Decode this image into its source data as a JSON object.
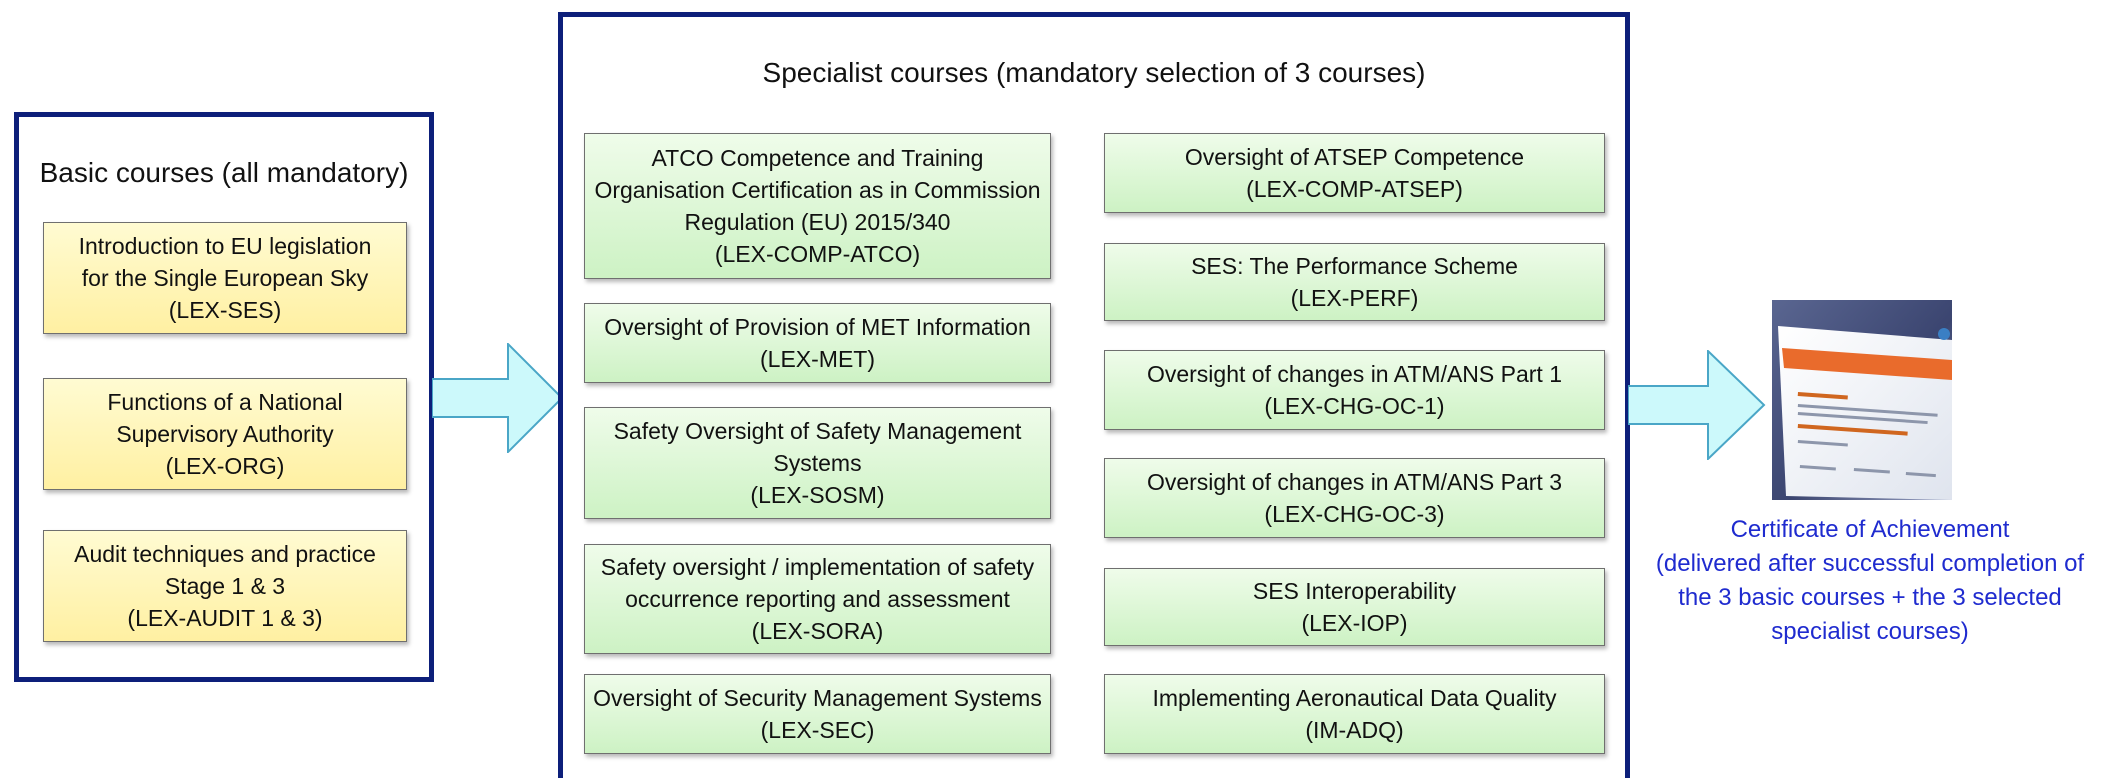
{
  "basic": {
    "title": "Basic courses (all mandatory)",
    "courses": [
      {
        "lines": [
          "Introduction to EU legislation",
          "for the Single European Sky",
          "(LEX-SES)"
        ]
      },
      {
        "lines": [
          "Functions of a National",
          "Supervisory Authority",
          "(LEX-ORG)"
        ]
      },
      {
        "lines": [
          "Audit techniques and practice",
          "Stage 1 & 3",
          "(LEX-AUDIT 1 & 3)"
        ]
      }
    ]
  },
  "specialist": {
    "title": "Specialist courses (mandatory selection of 3 courses)",
    "left_courses": [
      {
        "lines": [
          "ATCO Competence and Training",
          "Organisation Certification as in Commission",
          "Regulation (EU) 2015/340",
          "(LEX-COMP-ATCO)"
        ]
      },
      {
        "lines": [
          "Oversight of Provision of MET Information",
          "(LEX-MET)"
        ]
      },
      {
        "lines": [
          "Safety Oversight of Safety Management",
          "Systems",
          "(LEX-SOSM)"
        ]
      },
      {
        "lines": [
          "Safety oversight / implementation of safety",
          "occurrence reporting and assessment",
          "(LEX-SORA)"
        ]
      },
      {
        "lines": [
          "Oversight of Security Management Systems",
          "(LEX-SEC)"
        ]
      }
    ],
    "right_courses": [
      {
        "lines": [
          "Oversight of ATSEP Competence",
          "(LEX-COMP-ATSEP)"
        ]
      },
      {
        "lines": [
          "SES: The Performance Scheme",
          "(LEX-PERF)"
        ]
      },
      {
        "lines": [
          "Oversight of changes in ATM/ANS Part 1",
          "(LEX-CHG-OC-1)"
        ]
      },
      {
        "lines": [
          "Oversight of changes in ATM/ANS Part 3",
          "(LEX-CHG-OC-3)"
        ]
      },
      {
        "lines": [
          "SES Interoperability",
          "(LEX-IOP)"
        ]
      },
      {
        "lines": [
          "Implementing Aeronautical Data Quality",
          "(IM-ADQ)"
        ]
      }
    ]
  },
  "certificate": {
    "caption_lines": [
      "Certificate  of Achievement",
      "(delivered after successful completion of",
      "the 3 basic courses + the 3 selected",
      "specialist courses)"
    ]
  },
  "colors": {
    "panel_border": "#0d1f7a",
    "basic_fill": "#fff4b0",
    "specialist_fill": "#d8f5d0",
    "arrow_fill": "#ccf9fb",
    "caption_text": "#1f2bcf"
  }
}
